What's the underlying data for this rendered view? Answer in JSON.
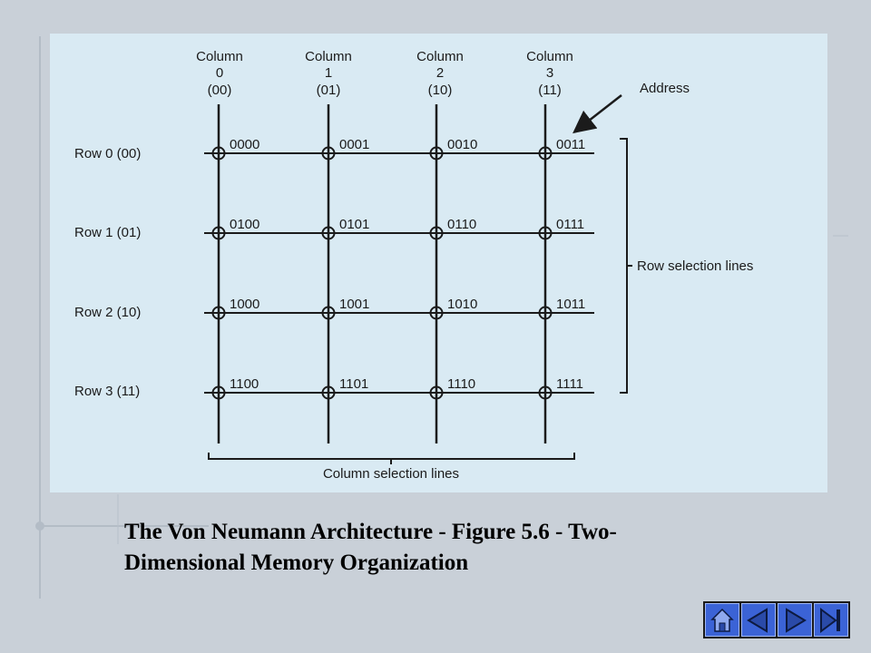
{
  "columns": [
    {
      "label": "Column",
      "index": "0",
      "code": "(00)"
    },
    {
      "label": "Column",
      "index": "1",
      "code": "(01)"
    },
    {
      "label": "Column",
      "index": "2",
      "code": "(10)"
    },
    {
      "label": "Column",
      "index": "3",
      "code": "(11)"
    }
  ],
  "rows": [
    {
      "label": "Row 0 (00)",
      "cells": [
        "0000",
        "0001",
        "0010",
        "0011"
      ]
    },
    {
      "label": "Row 1 (01)",
      "cells": [
        "0100",
        "0101",
        "0110",
        "0111"
      ]
    },
    {
      "label": "Row 2 (10)",
      "cells": [
        "1000",
        "1001",
        "1010",
        "1011"
      ]
    },
    {
      "label": "Row 3 (11)",
      "cells": [
        "1100",
        "1101",
        "1110",
        "1111"
      ]
    }
  ],
  "annotations": {
    "address": "Address",
    "row_selection": "Row selection lines",
    "column_selection": "Column selection lines"
  },
  "caption": {
    "line1": "The Von Neumann Architecture - Figure 5.6 - Two-",
    "line2": "Dimensional Memory Organization"
  },
  "nav": {
    "buttons": [
      {
        "name": "home-button",
        "icon": "home-icon"
      },
      {
        "name": "back-button",
        "icon": "left-arrow-icon"
      },
      {
        "name": "forward-button",
        "icon": "right-arrow-icon"
      },
      {
        "name": "end-button",
        "icon": "end-icon"
      }
    ]
  },
  "colors": {
    "panel": "#d9eaf3",
    "background": "#c9d0d8",
    "nav_button": "#3b63d6"
  }
}
